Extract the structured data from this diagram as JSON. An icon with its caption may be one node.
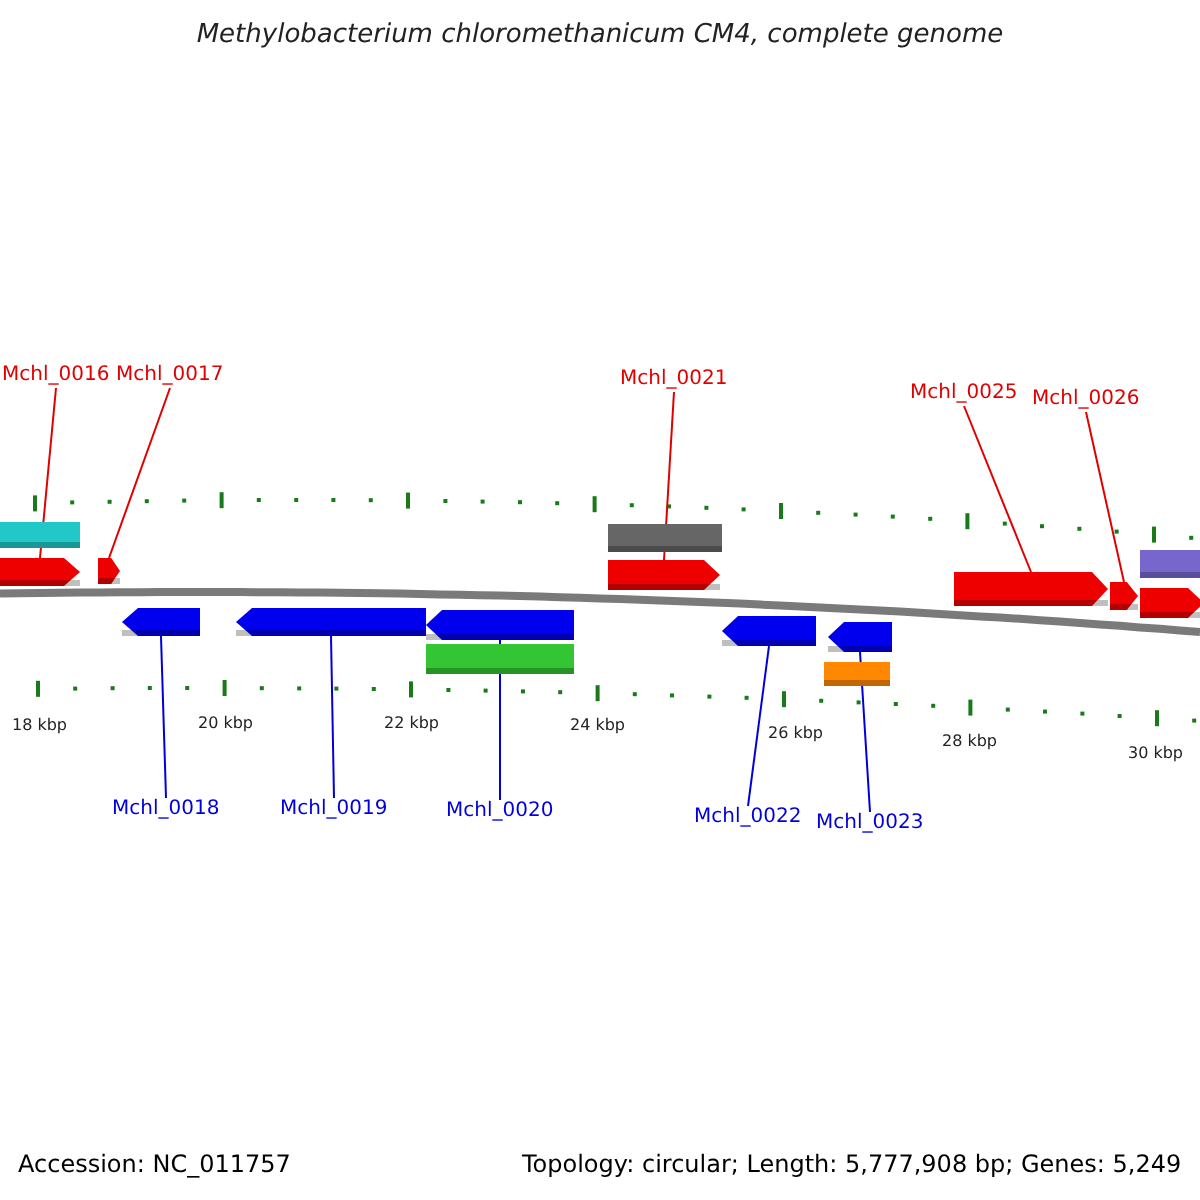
{
  "diagram": {
    "title": "Methylobacterium chloromethanicum CM4, complete genome",
    "nodes": [
      {
        "text": [
          "Mchl_0016"
        ]
      },
      {
        "text": [
          "Mchl_0017"
        ]
      },
      {
        "text": [
          "Mchl_0021"
        ]
      },
      {
        "text": [
          "Mchl_0025"
        ]
      },
      {
        "text": [
          "Mchl_0026"
        ]
      },
      {
        "text": [],
        "shape": "arrow"
      },
      {
        "text": [],
        "shape": "arrow"
      },
      {
        "text": [],
        "shape": "arrow"
      },
      {
        "text": [],
        "shape": "arrow"
      },
      {
        "text": [],
        "shape": "arrow"
      },
      {
        "text": [],
        "shape": "arrow"
      },
      {
        "text": [],
        "shape": "arrow"
      },
      {
        "text": [],
        "shape": "arrow"
      },
      {
        "text": [],
        "shape": "arrow"
      },
      {
        "text": [],
        "shape": "arrow"
      },
      {
        "text": [
          "Mchl_0018"
        ]
      },
      {
        "text": [
          "Mchl_0019"
        ]
      },
      {
        "text": [
          "Mchl_0020"
        ]
      },
      {
        "text": [
          "Mchl_0022"
        ]
      },
      {
        "text": [
          "Mchl_0023"
        ]
      },
      {
        "text": [],
        "shape": "bar"
      },
      {
        "text": [],
        "shape": "bar"
      },
      {
        "text": [],
        "shape": "bar"
      },
      {
        "text": [],
        "shape": "bar"
      },
      {
        "text": [],
        "shape": "bar"
      },
      {
        "text": [],
        "shape": "arrow"
      }
    ],
    "edges": [
      {
        "from": 0,
        "to": 5,
        "arrow": "none"
      },
      {
        "from": 1,
        "to": 6,
        "arrow": "none"
      },
      {
        "from": 2,
        "to": 10,
        "arrow": "none"
      },
      {
        "from": 3,
        "to": 13,
        "arrow": "none"
      },
      {
        "from": 4,
        "to": 14,
        "arrow": "none"
      },
      {
        "from": 15,
        "to": 7,
        "arrow": "none",
        "color": "#0000dd"
      },
      {
        "from": 16,
        "to": 8,
        "arrow": "none",
        "color": "#0000dd"
      },
      {
        "from": 17,
        "to": 9,
        "arrow": "none",
        "color": "#0000dd"
      },
      {
        "from": 18,
        "to": 11,
        "arrow": "none",
        "color": "#0000dd"
      },
      {
        "from": 19,
        "to": 12,
        "arrow": "none",
        "color": "#0000dd"
      }
    ],
    "labels": [
      "18 kbp",
      "20 kbp",
      "22 kbp",
      "24 kbp",
      "26 kbp",
      "28 kbp",
      "30 kbp",
      "Accession: NC_011757",
      "Topology: circular; Length: 5,777,908 bp; Genes: 5,249"
    ]
  }
}
